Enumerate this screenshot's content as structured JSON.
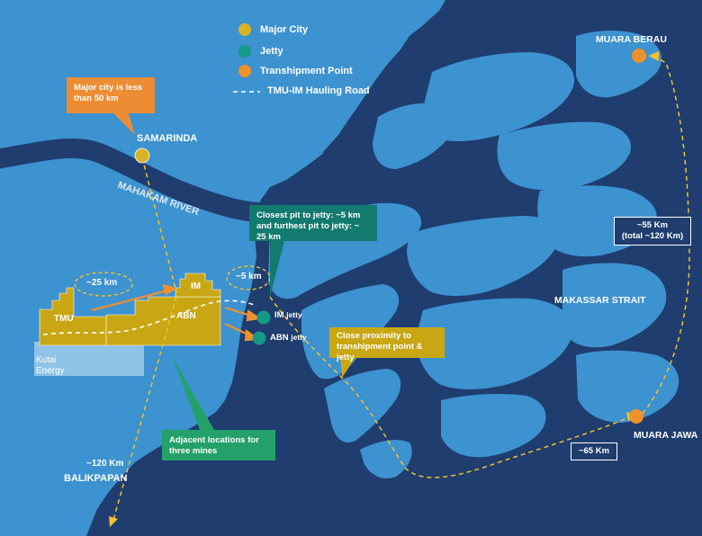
{
  "colors": {
    "sea": "#1f3d6e",
    "land": "#3d92d0",
    "major_city": "#d8b324",
    "jetty": "#159a86",
    "transhipment": "#f0922a",
    "concession": "#c9a714",
    "kutai": "#8fc3e8",
    "callout_orange": "#ec8d34",
    "callout_teal": "#127a6e",
    "callout_gold": "#c9a714",
    "callout_green": "#24a06a",
    "route": "#f2c230",
    "arrow": "#f0922a"
  },
  "legend": [
    {
      "label": "Major City",
      "color": "#d8b324",
      "icon": "circle-icon"
    },
    {
      "label": "Jetty",
      "color": "#159a86",
      "icon": "circle-icon"
    },
    {
      "label": "Transhipment Point",
      "color": "#f0922a",
      "icon": "circle-icon"
    },
    {
      "label": "TMU-IM Hauling Road",
      "icon": "dashed-line-icon"
    }
  ],
  "places": {
    "samarinda": "SAMARINDA",
    "balikpapan": "BALIKPAPAN",
    "muara_berau": "MUARA BERAU",
    "muara_jawa": "MUARA JAWA",
    "makassar": "MAKASSAR STRAIT",
    "river": "MAHAKAM RIVER",
    "kutai_line1": "Kutai",
    "kutai_line2": "Energy"
  },
  "mines": {
    "tmu": "TMU",
    "im": "IM",
    "abn": "ABN"
  },
  "jetties": {
    "im": "IM",
    "im_suffix": "jetty",
    "abn": "ABN",
    "abn_suffix": "jetty"
  },
  "distances": {
    "oval_left": "~25 km",
    "oval_right": "~5 km",
    "balikpapan": "~120 Km",
    "berau_line1": "~55 Km",
    "berau_line2": "(total ~120 Km)",
    "jawa": "~65 Km"
  },
  "callouts": {
    "samarinda": [
      "Major city is less",
      "than 50 km"
    ],
    "jetty": [
      "Closest pit to jetty: ~5 km",
      "and furthest pit to jetty: ~ 25 km"
    ],
    "proximity": [
      "Close proximity to",
      "transhipment point & jetty"
    ],
    "adjacent": [
      "Adjacent locations for",
      "three mines"
    ]
  }
}
